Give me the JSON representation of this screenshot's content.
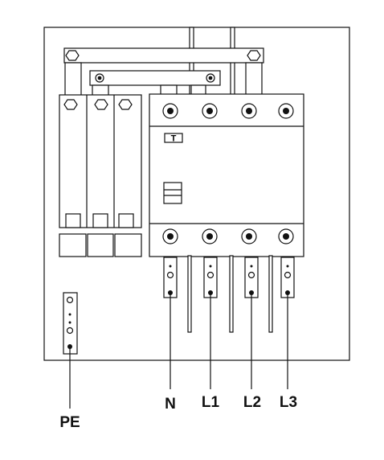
{
  "labels": {
    "neutral": "N",
    "phase1": "L1",
    "phase2": "L2",
    "phase3": "L3",
    "protective_earth": "PE"
  },
  "device": {
    "test_button_symbol": "T",
    "test_button_icon": "test-button-icon"
  },
  "colors": {
    "line": "#111111",
    "background": "#ffffff"
  }
}
